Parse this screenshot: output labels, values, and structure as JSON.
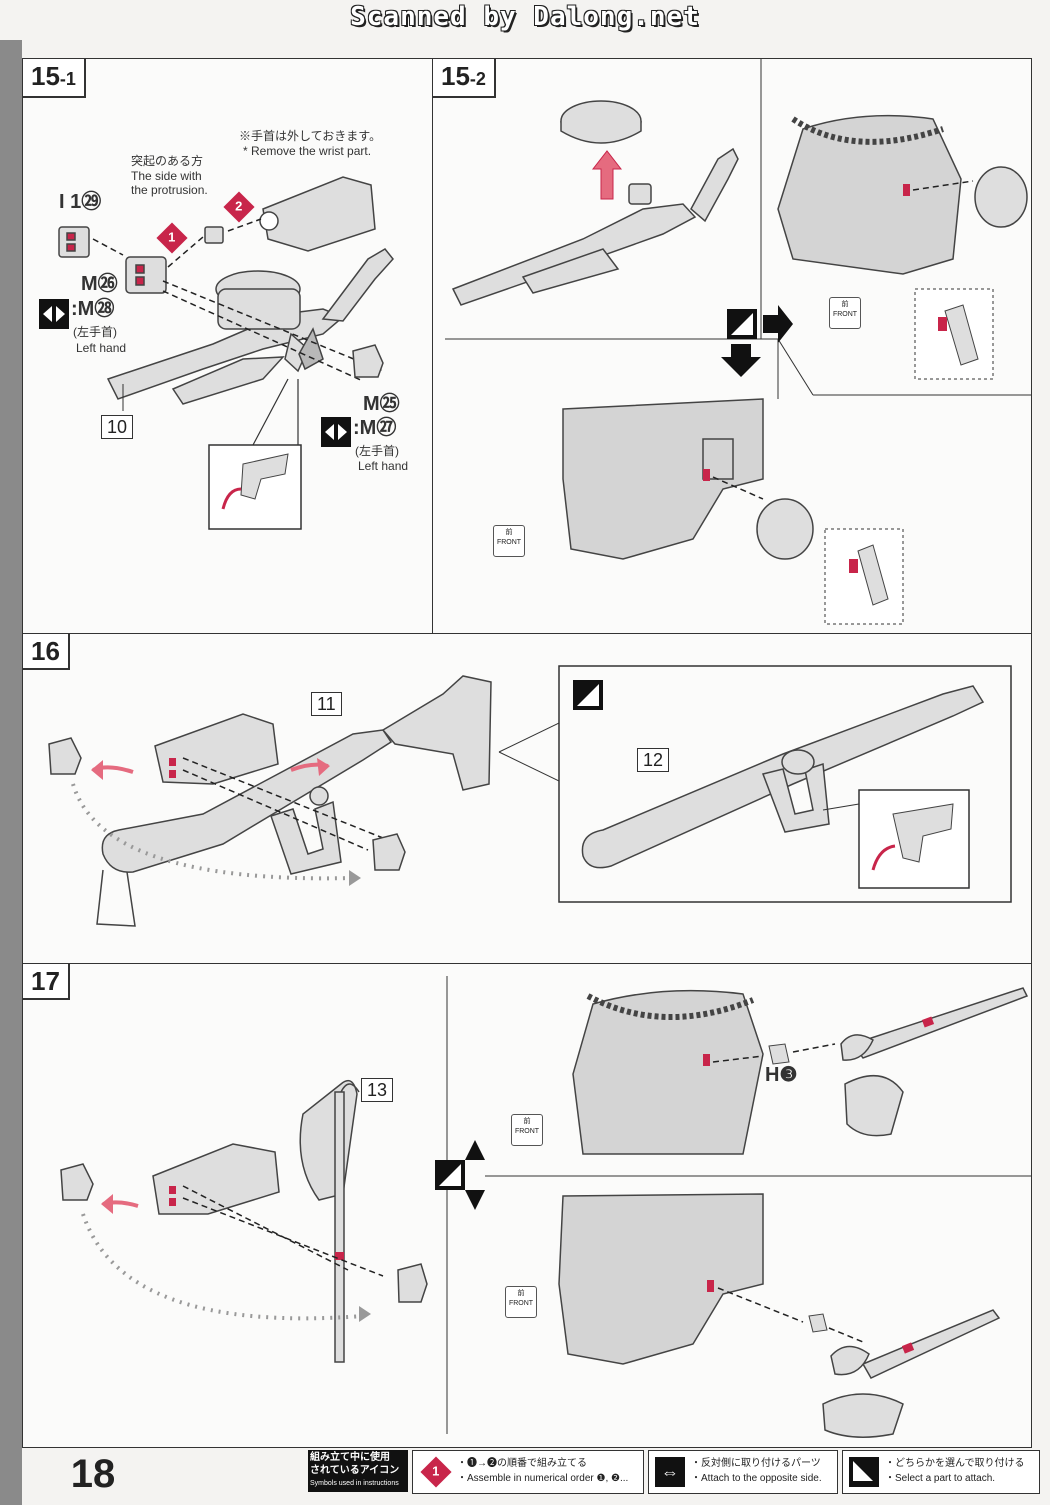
{
  "watermark": "Scanned by Dalong.net",
  "page_number": "18",
  "steps": {
    "s15_1": {
      "label_main": "15",
      "label_sub": "-1",
      "wrist_note_jp": "※手首は外しておきます。",
      "wrist_note_en": "* Remove the wrist part.",
      "protrusion_jp": "突起のある方",
      "protrusion_en_1": "The side with",
      "protrusion_en_2": "the protrusion.",
      "part_i": "I 1㉙",
      "part_m26": "M㉖",
      "part_m28": ":M㉘",
      "left_wrist_jp_a": "(左手首)",
      "left_hand_a": "Left hand",
      "part_m25": "M㉕",
      "part_m27": ":M㉗",
      "left_wrist_jp_b": "(左手首)",
      "left_hand_b": "Left hand",
      "callout": "10",
      "order_1": "1",
      "order_2": "2"
    },
    "s15_2": {
      "label_main": "15",
      "label_sub": "-2",
      "front_jp": "前",
      "front_en": "FRONT"
    },
    "s16": {
      "label_main": "16",
      "callout_a": "11",
      "callout_b": "12"
    },
    "s17": {
      "label_main": "17",
      "callout": "13",
      "part_h": "H❸",
      "front_jp": "前",
      "front_en": "FRONT"
    }
  },
  "legend": {
    "title_jp_1": "組み立て中に使用",
    "title_jp_2": "されているアイコン",
    "title_en": "Symbols used in instructions",
    "order_jp": "・❶→❷の順番で組み立てる",
    "order_en": "・Assemble in numerical order ❶, ❷...",
    "opposite_jp": "・反対側に取り付けるパーツ",
    "opposite_en": "・Attach to the opposite side.",
    "select_jp": "・どちらかを選んで取り付ける",
    "select_en": "・Select a part to attach."
  },
  "colors": {
    "accent": "#c8254a",
    "ink": "#222222",
    "part_fill": "#dedede",
    "part_shade": "#b8b8b8"
  }
}
